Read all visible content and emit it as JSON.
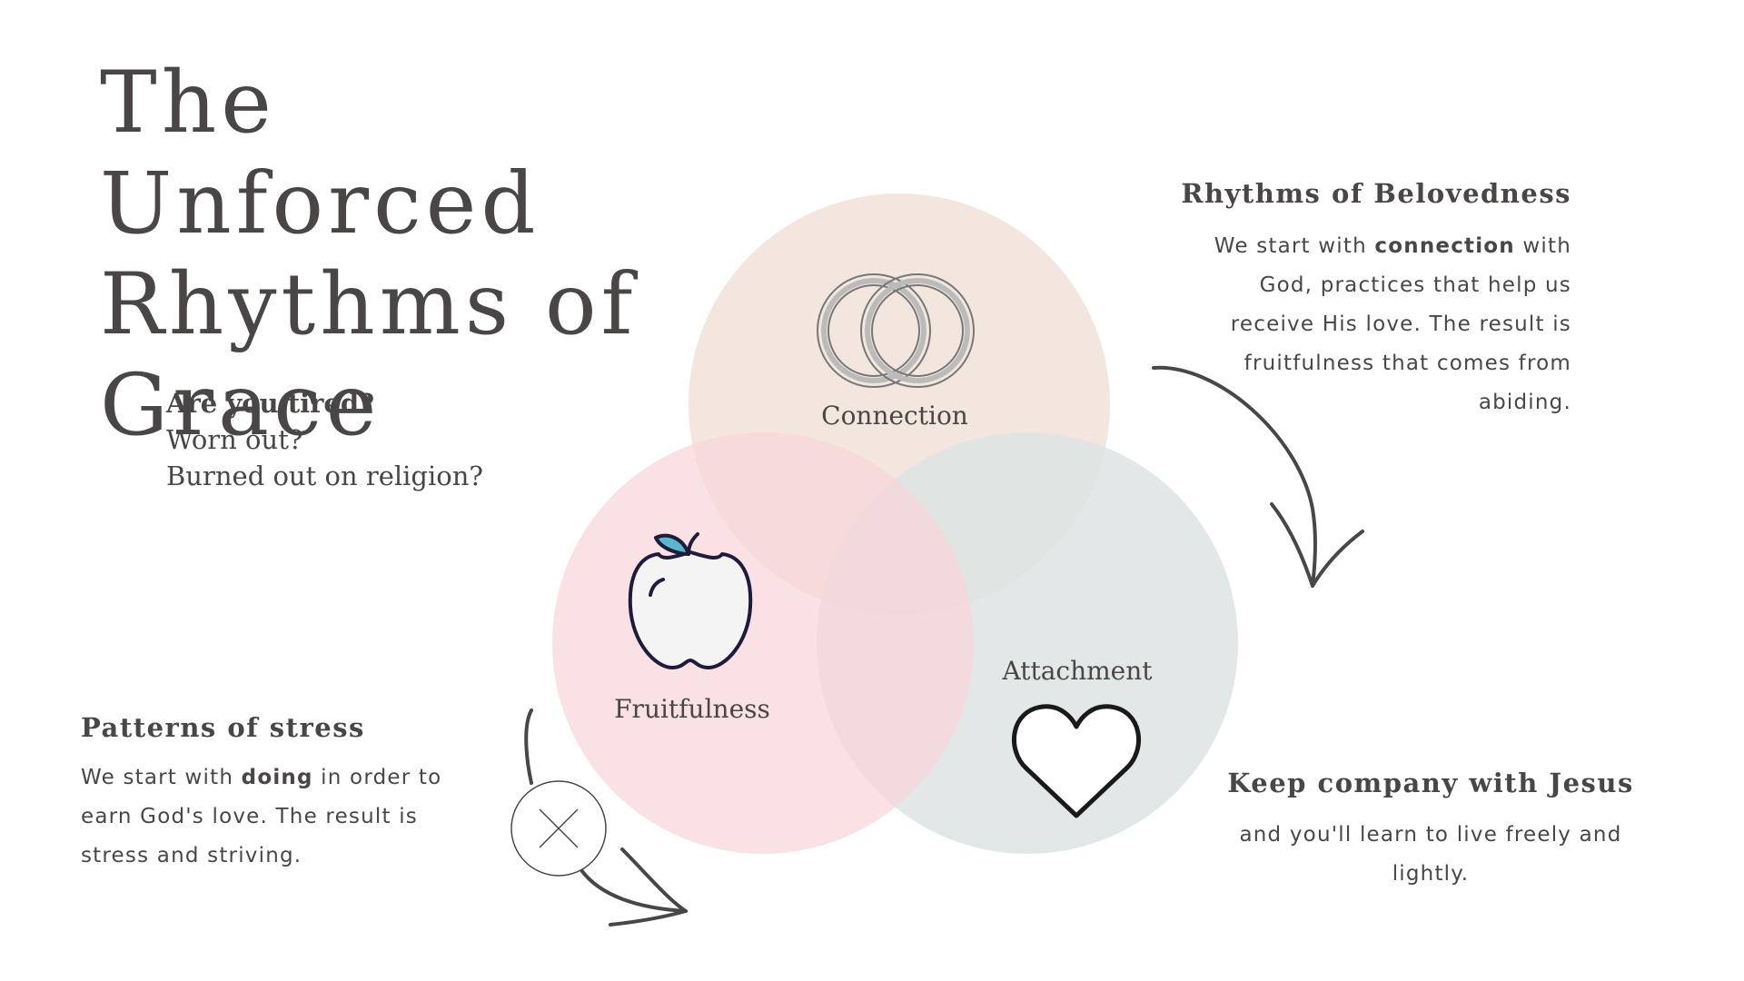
{
  "title": "The Unforced Rhythms of Grace",
  "intro": {
    "question": "Are you tired?",
    "line2": "Worn out?",
    "line3": "Burned out on religion?"
  },
  "belovedness": {
    "heading": "Rhythms of Belovedness",
    "text_pre": "We start with ",
    "text_bold": "connection",
    "text_post": " with God, practices that help us receive His love. The result is fruitfulness that comes from abiding."
  },
  "stress": {
    "heading": "Patterns of stress",
    "text_pre": "We start with ",
    "text_bold": "doing",
    "text_post": " in order to earn God's love. The result is stress and striving."
  },
  "company": {
    "heading": "Keep company with Jesus",
    "text": "and you'll learn to live freely and lightly."
  },
  "circles": [
    {
      "label": "Connection",
      "icon": "rings-icon",
      "color": "#f0e2d8"
    },
    {
      "label": "Fruitfulness",
      "icon": "apple-icon",
      "color": "#f8d7d9"
    },
    {
      "label": "Attachment",
      "icon": "heart-icon",
      "color": "#dde3e3"
    }
  ],
  "colors": {
    "text": "#4a4646",
    "apple_leaf": "#5bb8cc",
    "apple_outline": "#1e1b3d"
  }
}
